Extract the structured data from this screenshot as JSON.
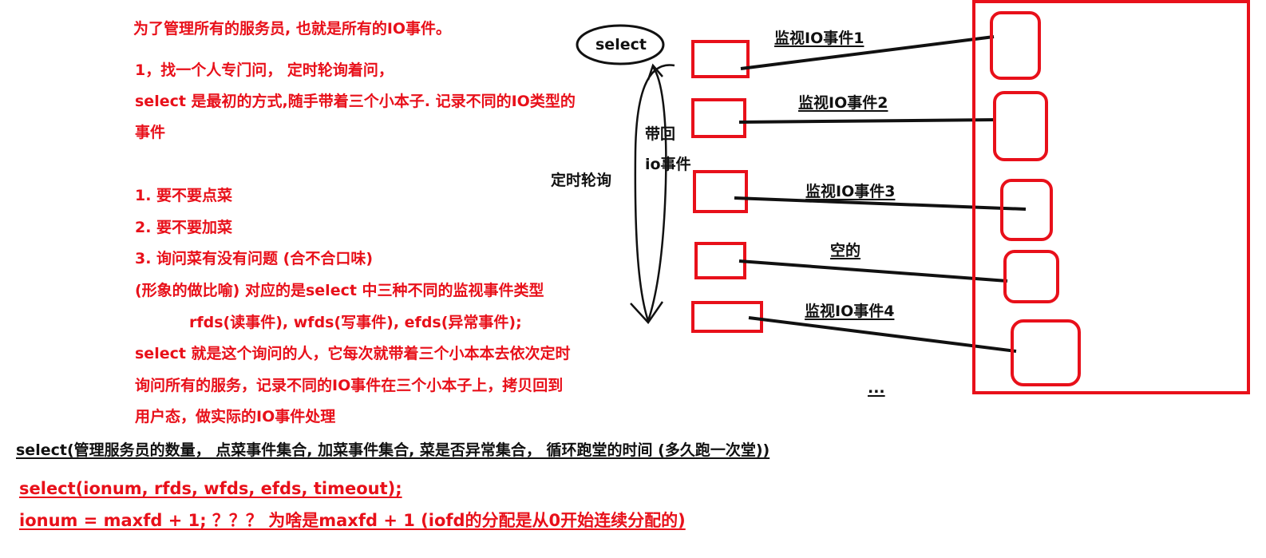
{
  "notes": {
    "intro": "为了管理所有的服务员, 也就是所有的IO事件。",
    "item1": "1，找一个人专门问， 定时轮询着问，",
    "select_desc_1": "select 是最初的方式,随手带着三个小本子. 记录不同的IO类型的",
    "select_desc_2": "事件",
    "q1": "1. 要不要点菜",
    "q2": "2. 要不要加菜",
    "q3": "3. 询问菜有没有问题 (合不合口味)",
    "analogy": "(形象的做比喻)    对应的是select 中三种不同的监视事件类型",
    "fd_types": "rfds(读事件),    wfds(写事件),    efds(异常事件);",
    "summary_1": "select 就是这个询问的人，它每次就带着三个小本本去依次定时",
    "summary_2": "询问所有的服务，记录不同的IO事件在三个小本子上，拷贝回到",
    "summary_3": "用户态，做实际的IO事件处理"
  },
  "bottom": {
    "signature_desc": "select(管理服务员的数量， 点菜事件集合, 加菜事件集合, 菜是否异常集合， 循环跑堂的时间 (多久跑一次堂))",
    "signature_code": "select(ionum, rfds, wfds, efds, timeout);",
    "ionum_line": "ionum = maxfd + 1;   ？？？   为啥是maxfd + 1 (iofd的分配是从0开始连续分配的)"
  },
  "diagram": {
    "select_label": "select",
    "polling_label": "定时轮询",
    "return_label_1": "带回",
    "return_label_2": "io事件",
    "monitors": [
      "监视IO事件1",
      "监视IO事件2",
      "监视IO事件3",
      "空的",
      "监视IO事件4"
    ],
    "ellipsis": "..."
  },
  "colors": {
    "red": "#e8101a",
    "black": "#111111"
  }
}
